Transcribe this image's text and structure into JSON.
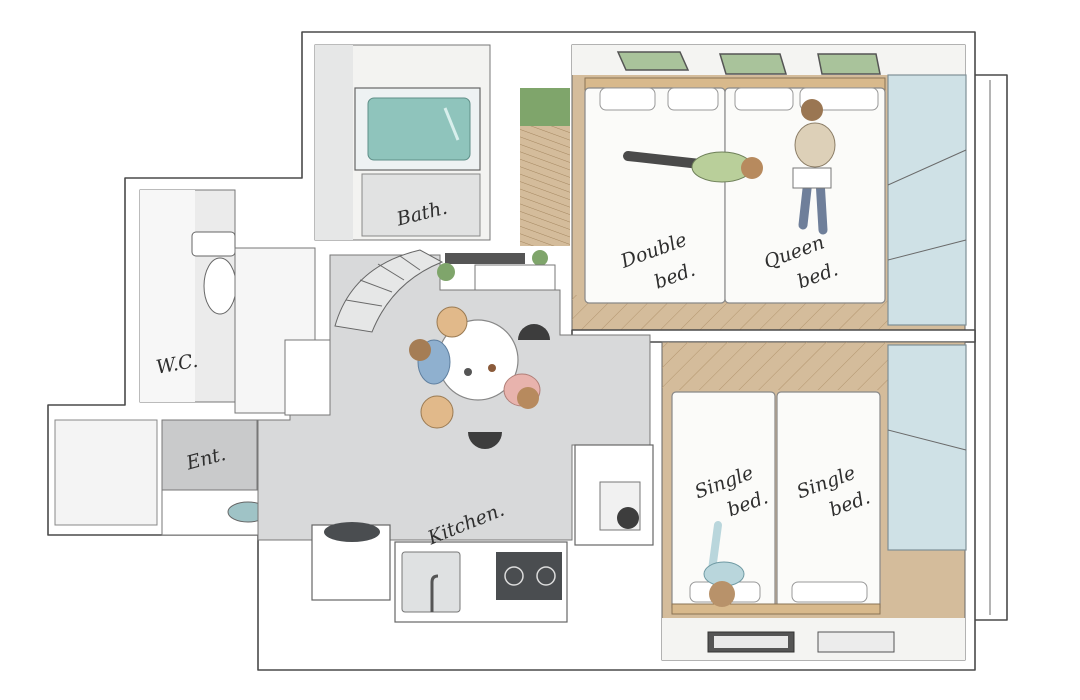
{
  "labels": {
    "bath": "Bath.",
    "wc": "W.C.",
    "entrance": "Ent.",
    "kitchen": "Kitchen.",
    "double_bed": [
      "Double",
      "bed."
    ],
    "queen_bed": [
      "Queen",
      "bed."
    ],
    "single_bed_left": [
      "Single",
      "bed."
    ],
    "single_bed_right": [
      "Single",
      "bed."
    ]
  },
  "colors": {
    "wall": "#ffffff",
    "floor_gray": "#d8d9da",
    "wood": "#d4bc9b",
    "window_glass": "#cfe1e6",
    "bath_water": "#8fc4bc",
    "plant_green": "#7fa56b",
    "stove": "#4a4d50"
  }
}
